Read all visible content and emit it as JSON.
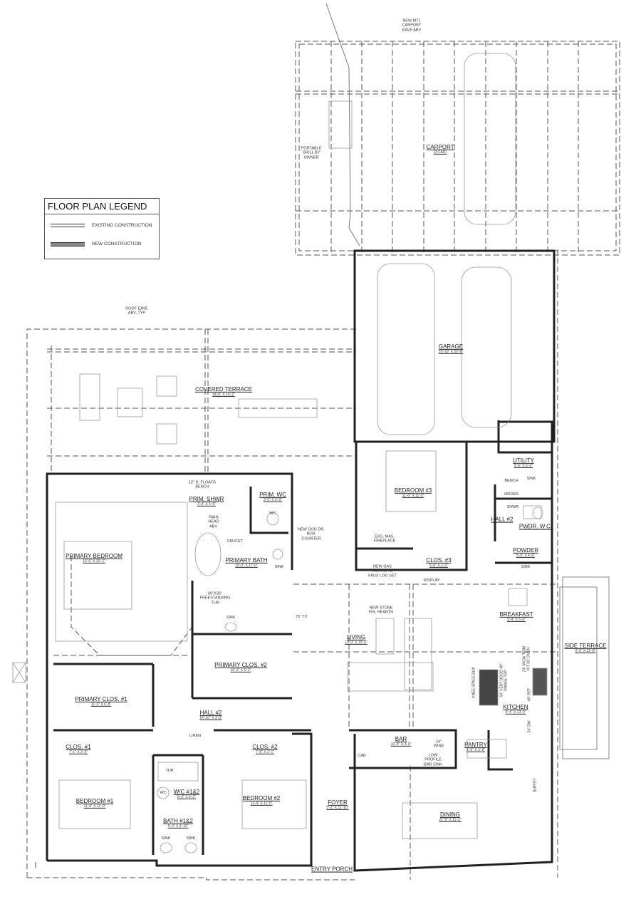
{
  "legend": {
    "title": "FLOOR PLAN LEGEND",
    "items": [
      {
        "label": "EXISTING CONSTRUCTION"
      },
      {
        "label": "NEW CONSTRUCTION"
      }
    ]
  },
  "rooms": [
    {
      "name": "CARPORT",
      "dim": "(2-CAR)"
    },
    {
      "name": "GARAGE",
      "dim": "20'-10\" X 20'-6\""
    },
    {
      "name": "COVERED TERRACE",
      "dim": "34'-0\" X 14'-2\""
    },
    {
      "name": "UTILITY",
      "dim": "5'-5\" X 6'-2\""
    },
    {
      "name": "BEDROOM #3",
      "dim": "11'-6\" X 11'-5\""
    },
    {
      "name": "PRIM. WC",
      "dim": "3'-0\" X 5'-0\""
    },
    {
      "name": "PRIM. SHWR",
      "dim": "3'-4\" X 5'-6\""
    },
    {
      "name": "HALL #2",
      "dim": ""
    },
    {
      "name": "PWDR. W.C.",
      "dim": ""
    },
    {
      "name": "POWDER",
      "dim": "5'-5\" X 4'-6\""
    },
    {
      "name": "PRIMARY BEDROOM",
      "dim": "15'-0\" X 20'-2\""
    },
    {
      "name": "PRIMARY BATH",
      "dim": "10'-3\" X 17'-0\""
    },
    {
      "name": "CLOS. #3",
      "dim": "5'-8\" X 1'-0\""
    },
    {
      "name": "BREAKFAST",
      "dim": "9'-4\" X 5'-6\""
    },
    {
      "name": "LIVING",
      "dim": "19'-0\" X 16'-6\""
    },
    {
      "name": "SIDE TERRACE",
      "dim": "6'-6\" X 21'-8\""
    },
    {
      "name": "PRIMARY CLOS. #2",
      "dim": "10'-3\" X 6'-2\""
    },
    {
      "name": "KITCHEN",
      "dim": "9'-4\" X 13'-0\""
    },
    {
      "name": "PRIMARY CLOS. #1",
      "dim": "11'-0\" X 6'-8\""
    },
    {
      "name": "HALL #2",
      "dim": "14'-10\" X 3'-3\""
    },
    {
      "name": "BAR",
      "dim": "10'-8\" X 4'-0\""
    },
    {
      "name": "PANTRY",
      "dim": "4'-8\" X 3'-8\""
    },
    {
      "name": "CLOS. #1",
      "dim": "7'-1\" X 2'-0\""
    },
    {
      "name": "CLOS. #2",
      "dim": "7'-8\" X 2'-1\""
    },
    {
      "name": "W/C #1&2",
      "dim": "5'-0\" X 5'-2\""
    },
    {
      "name": "BEDROOM #1",
      "dim": "11'-0\" X 11'-0\""
    },
    {
      "name": "BEDROOM #2",
      "dim": "11'-4\" X 11'-0\""
    },
    {
      "name": "FOYER",
      "dim": "5'-1\" X 11'-10\""
    },
    {
      "name": "DINING",
      "dim": "21'-0\" X 11'-3\""
    },
    {
      "name": "BATH #1&2",
      "dim": "5'-0\" X 4'-10\""
    },
    {
      "name": "ENTRY PORCH",
      "dim": ""
    }
  ],
  "notes": {
    "carport_eave": "NEW MTL CARPORT EAVE ABV",
    "grill": "PORTABLE GRILL BY OWNER",
    "roof_eave": "ROOF EAVE ABV, TYP",
    "bench": "12\" D. FLOATG BENCH",
    "rain_head": "RAIN HEAD ABV.",
    "dog_door": "NEW DOG DR. BLW. COUNTER",
    "faucet": "FAUCET",
    "tub": "66\"X36\" FREESTANDING TUB",
    "fireplace": "EXG. MAS. FIREPLACE",
    "gas_burner": "NEW GAS BURNER & FAUX LOG SET",
    "display": "DISPLAY",
    "hearth": "NEW STONE FIN. HEARTH",
    "tv": "75\" TV",
    "sink": "SINK",
    "wc": "WC",
    "bench_util": "BENCH",
    "hooks": "HOOKS",
    "shwr": "SHWR",
    "knee_space": "KNEE SPACE BLW",
    "vent_hood": "54\" VENT HOOD 48\" RANGE TOP",
    "micw": "24\" MICW TRIM KIT 30\" OVEN",
    "ref": "48\" REF",
    "dw": "24\" DW",
    "wine": "24\" WINE",
    "cab": "CAB",
    "bar_sink": "LOW PROFILE BAR SINK",
    "linen": "LINEN",
    "tub_small": "TUB",
    "buffet": "BUFFET"
  }
}
